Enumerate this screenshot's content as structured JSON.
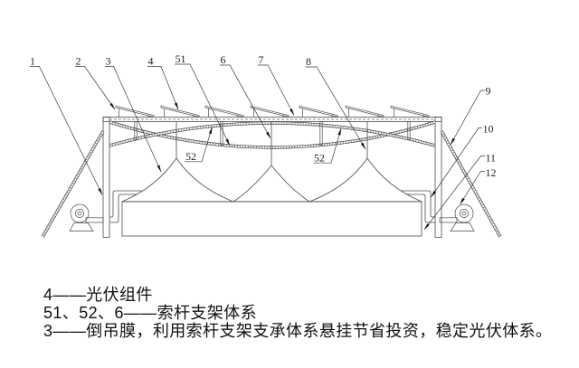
{
  "figure": {
    "callouts": {
      "top": [
        "1",
        "2",
        "3",
        "4",
        "51",
        "6",
        "7",
        "8"
      ],
      "right": [
        "9",
        "10",
        "11",
        "12"
      ],
      "cable_strut": [
        "52",
        "52"
      ]
    }
  },
  "legend": {
    "items": [
      {
        "ref": "4",
        "separator": "——",
        "description": "光伏组件"
      },
      {
        "ref": "51、52、6",
        "separator": "——",
        "description": "索杆支架体系"
      },
      {
        "ref": "3",
        "separator": "——",
        "description": "倒吊膜，利用索杆支架支承体系悬挂节省投资，稳定光伏体系。"
      }
    ]
  },
  "colors": {
    "line": "#4a4a4a",
    "text": "#111111",
    "background": "#ffffff"
  }
}
